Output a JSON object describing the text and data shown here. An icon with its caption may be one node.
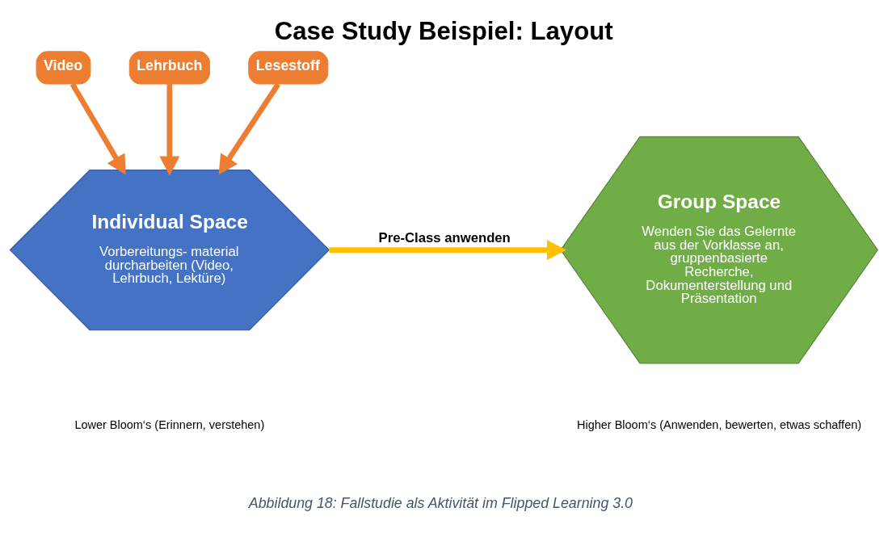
{
  "diagram": {
    "title": "Case Study Beispiel: Layout",
    "caption": "Abbildung 18: Fallstudie als Aktivität im Flipped Learning 3.0",
    "nodes": [
      {
        "text": [
          "Video"
        ]
      },
      {
        "text": [
          "Lehrbuch"
        ]
      },
      {
        "text": [
          "Lesestoff"
        ]
      },
      {
        "text": [
          "Individual Space",
          "Vorbereitungs- material durcharbeiten (Video, Lehrbuch, Lektüre)"
        ]
      },
      {
        "text": [
          "Group Space",
          "Wenden Sie das Gelernte aus der Vorklasse an, gruppenbasierte Recherche, Dokumenterstellung und Präsentation"
        ]
      }
    ],
    "edges": [
      {
        "from": 0,
        "to": 3,
        "arrow": "to"
      },
      {
        "from": 1,
        "to": 3,
        "arrow": "to"
      },
      {
        "from": 2,
        "to": 3,
        "arrow": "to"
      },
      {
        "from": 3,
        "to": 4,
        "arrow": "to",
        "label": "Pre-Class anwenden",
        "color": "#ffc000"
      }
    ],
    "labels": [
      "Lower Bloom‘s (Erinnern, verstehen)",
      "Higher Bloom‘s (Anwenden, bewerten, etwas schaffen)"
    ]
  }
}
